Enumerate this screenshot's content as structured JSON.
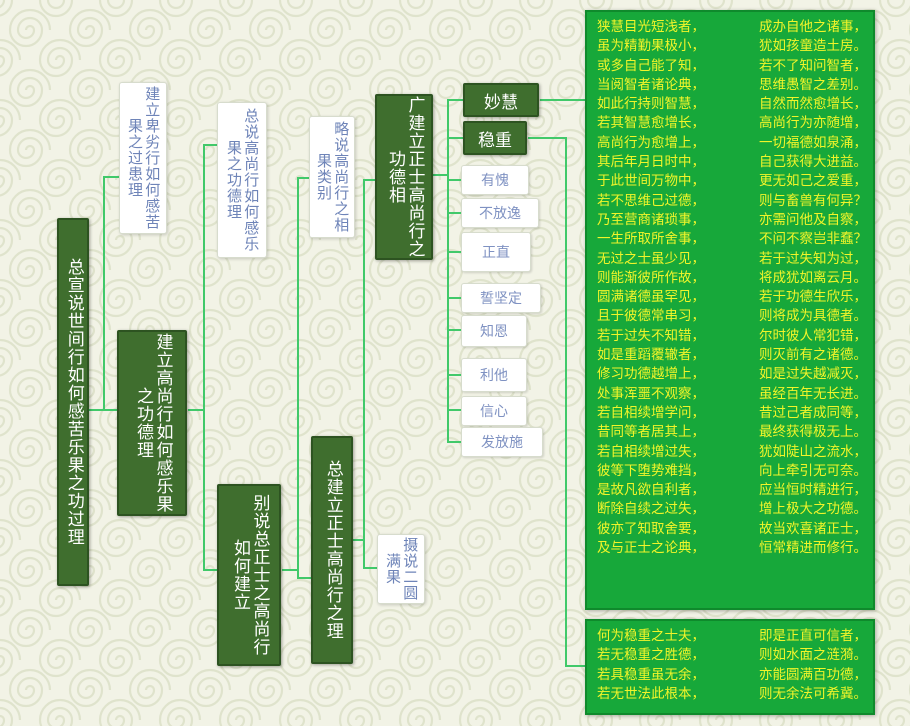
{
  "nodes": {
    "root": "总宣说世间行如何感苦乐果之功过理",
    "inferior": "建立卑劣行如何感苦果之过患理",
    "noble": "建立高尚行如何感乐果之功德理",
    "noble_general": "总说高尚行如何感乐果之功德理",
    "noble_specific": "别说总正士之高尚行如何建立",
    "brief": "略说高尚行之相果类别",
    "general_build": "总建立正士高尚行之理",
    "summary": "摄说二圆满果",
    "extensive": "广建立正士高尚行之功德相",
    "wisdom": "妙慧",
    "steady": "稳重",
    "leaves": [
      "有愧",
      "不放逸",
      "正直",
      "誓坚定",
      "知恩",
      "利他",
      "信心",
      "发放施"
    ]
  },
  "wisdom_text": [
    [
      "狭慧目光短浅者，",
      "成办自他之诸事，"
    ],
    [
      "虽为精勤果极小，",
      "犹如孩童造土房。"
    ],
    [
      "或多自己能了知，",
      "若不了知问智者，"
    ],
    [
      "当阅智者诸论典，",
      "思维愚智之差别。"
    ],
    [
      "如此行持则智慧，",
      "自然而然愈增长，"
    ],
    [
      "若其智慧愈增长，",
      "高尚行为亦随增，"
    ],
    [
      "高尚行为愈增上，",
      "一切福德如泉涌，"
    ],
    [
      "其后年月日时中，",
      "自己获得大进益。"
    ],
    [
      "于此世间万物中，",
      "更无如己之爱重，"
    ],
    [
      "若不思维己过德，",
      "则与畜兽有何异？"
    ],
    [
      "乃至营商诸琐事，",
      "亦需问他及自察，"
    ],
    [
      "一生所取所舍事，",
      "不问不察岂非蠢？"
    ],
    [
      "无过之士虽少见，",
      "若于过失知为过，"
    ],
    [
      "则能渐彼所作故，",
      "将成犹如离云月。"
    ],
    [
      "圆满诸德虽罕见，",
      "若于功德生欣乐，"
    ],
    [
      "且于彼德常串习，",
      "则将成为具德者。"
    ],
    [
      "若于过失不知错，",
      "尔时彼人常犯错，"
    ],
    [
      "如是重蹈覆辙者，",
      "则灭前有之诸德。"
    ],
    [
      "修习功德越增上，",
      "如是过失越减灭，"
    ],
    [
      "处事浑噩不观察，",
      "虽经百年无长进。"
    ],
    [
      "若自相续增学问，",
      "昔过己者成同等，"
    ],
    [
      "昔同等者居其上，",
      "最终获得极无上。"
    ],
    [
      "若自相续增过失，",
      "犹如陡山之流水，"
    ],
    [
      "彼等下堕势难挡，",
      "向上牵引无可奈。"
    ],
    [
      "是故凡欲自利者，",
      "应当恒时精进行，"
    ],
    [
      "断除自续之过失，",
      "增上极大之功德。"
    ],
    [
      "彼亦了知取舍要，",
      "故当欢喜诸正士，"
    ],
    [
      "及与正士之论典，",
      "恒常精进而修行。"
    ]
  ],
  "steady_text": [
    [
      "何为稳重之士夫，",
      "即是正直可信者，"
    ],
    [
      "若无稳重之胜德，",
      "则如水面之涟漪。"
    ],
    [
      "若具稳重虽无余，",
      "亦能圆满百功德，"
    ],
    [
      "若无世法此根本，",
      "则无余法可希冀。"
    ]
  ]
}
